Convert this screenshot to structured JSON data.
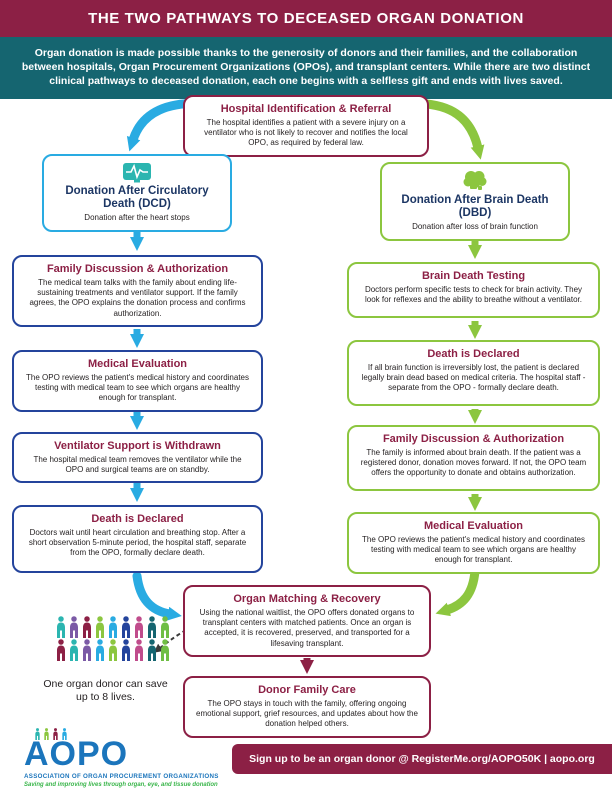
{
  "colors": {
    "maroon": "#8C2045",
    "teal_band": "#156570",
    "blue_arrow": "#29ABE2",
    "navy_border": "#24449C",
    "green_arrow": "#8CC63F",
    "logo_blue": "#1B75BC",
    "logo_green": "#39B54A",
    "body_text": "#231F20"
  },
  "header": {
    "title": "THE TWO PATHWAYS TO DECEASED ORGAN DONATION"
  },
  "intro": {
    "text": "Organ donation is made possible thanks to the generosity of donors and their families, and the collaboration between hospitals, Organ Procurement Organizations (OPOs), and transplant centers. While there are two distinct clinical pathways to deceased donation, each one begins with a selfless gift and ends with lives saved."
  },
  "flow": {
    "hospital": {
      "title": "Hospital Identification & Referral",
      "body": "The hospital identifies a patient with a severe injury on a ventilator who is not likely to recover and notifies the local OPO, as required by federal law."
    },
    "dcd": {
      "title": "Donation After Circulatory Death (DCD)",
      "subtitle": "Donation after the heart stops"
    },
    "dbd": {
      "title": "Donation After Brain Death (DBD)",
      "subtitle": "Donation after loss of brain function"
    },
    "left_steps": [
      {
        "title": "Family Discussion & Authorization",
        "body": "The medical team talks with the family about ending life-sustaining treatments and ventilator support. If the family agrees, the OPO explains the donation process and confirms authorization."
      },
      {
        "title": "Medical Evaluation",
        "body": "The OPO reviews the patient's medical history and coordinates testing with medical team to see which organs are healthy enough for transplant."
      },
      {
        "title": "Ventilator Support is Withdrawn",
        "body": "The hospital medical team removes the ventilator while the OPO and surgical teams are on standby."
      },
      {
        "title": "Death is Declared",
        "body": "Doctors wait until heart circulation and breathing stop. After a short observation 5-minute period, the hospital staff, separate from the OPO, formally declare death."
      }
    ],
    "right_steps": [
      {
        "title": "Brain Death Testing",
        "body": "Doctors perform specific tests to check for brain activity. They look for reflexes and the ability to breathe without a ventilator."
      },
      {
        "title": "Death is Declared",
        "body": "If all brain function is irreversibly lost, the patient is declared legally brain dead based on medical criteria. The hospital staff - separate from the OPO - formally declare death."
      },
      {
        "title": "Family Discussion & Authorization",
        "body": "The family is informed about brain death. If the patient was a registered donor, donation moves forward. If not, the OPO team offers the opportunity to donate and obtains authorization."
      },
      {
        "title": "Medical Evaluation",
        "body": "The OPO reviews the patient's medical history and coordinates testing with medical team to see which organs are healthy enough for transplant."
      }
    ],
    "organ_matching": {
      "title": "Organ Matching & Recovery",
      "body": "Using the national waitlist, the OPO offers donated organs to transplant centers with matched patients. Once an organ is accepted, it is recovered, preserved, and transported for a lifesaving transplant."
    },
    "donor_family_care": {
      "title": "Donor Family Care",
      "body": "The OPO stays in touch with the family, offering ongoing emotional support, grief resources, and updates about how the donation helped others."
    }
  },
  "lives": {
    "caption": "One organ donor can save up to 8 lives.",
    "people_colors": [
      "#2BB5B0",
      "#7B5AA6",
      "#8C2045",
      "#8CC63F",
      "#29ABE2",
      "#24449C",
      "#C04C8C",
      "#156570",
      "#6FBE44",
      "#8C2045",
      "#2BB5B0",
      "#7B5AA6",
      "#29ABE2",
      "#8CC63F",
      "#24449C",
      "#C04C8C",
      "#156570",
      "#6FBE44"
    ]
  },
  "logo": {
    "name": "AOPO",
    "org": "ASSOCIATION OF ORGAN PROCUREMENT ORGANIZATIONS",
    "tagline": "Saving and improving lives through organ, eye, and tissue donation",
    "figure_colors": [
      "#2BB5B0",
      "#8CC63F",
      "#8C2045",
      "#29ABE2"
    ]
  },
  "footer": {
    "text": "Sign up to be an organ donor @ RegisterMe.org/AOPO50K | aopo.org"
  }
}
